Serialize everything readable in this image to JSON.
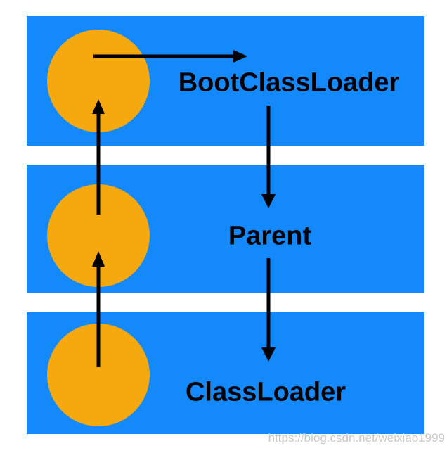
{
  "diagram": {
    "nodes": [
      {
        "label": "BootClassLoader"
      },
      {
        "label": "Parent"
      },
      {
        "label": "ClassLoader"
      }
    ],
    "watermark": "https://blog.csdn.net/weixiao1999",
    "colors": {
      "band_blue": "#1389FB",
      "circle_orange": "#F6A90E",
      "arrow_black": "#000000",
      "label_black": "#000000",
      "watermark_gray": "#C6C6C6"
    }
  }
}
